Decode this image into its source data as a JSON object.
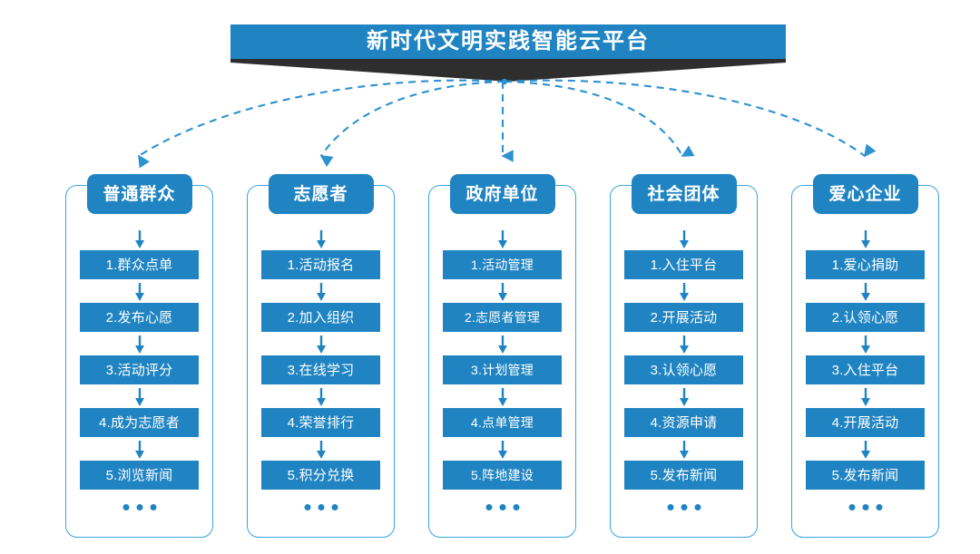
{
  "banner": {
    "title": "新时代文明实践智能云平台",
    "chevron_icon": "chevron-down-icon",
    "bar_color": "#2084c2",
    "ribbon_color": "#2e2e2e"
  },
  "theme": {
    "accent": "#2084c2",
    "card_border": "#3ba3dd",
    "connector": "#2e92d0",
    "background": "#ffffff",
    "text_on_accent": "#ffffff"
  },
  "columns": [
    {
      "header": "普通群众",
      "items": [
        "1.群众点单",
        "2.发布心愿",
        "3.活动评分",
        "4.成为志愿者",
        "5.浏览新闻"
      ],
      "more": "..."
    },
    {
      "header": "志愿者",
      "items": [
        "1.活动报名",
        "2.加入组织",
        "3.在线学习",
        "4.荣誉排行",
        "5.积分兑换"
      ],
      "more": "..."
    },
    {
      "header": "政府单位",
      "items": [
        "1.活动管理",
        "2.志愿者管理",
        "3.计划管理",
        "4.点单管理",
        "5.阵地建设"
      ],
      "more": "..."
    },
    {
      "header": "社会团体",
      "items": [
        "1.入住平台",
        "2.开展活动",
        "3.认领心愿",
        "4.资源申请",
        "5.发布新闻"
      ],
      "more": "..."
    },
    {
      "header": "爱心企业",
      "items": [
        "1.爱心捐助",
        "2.认领心愿",
        "3.入住平台",
        "4.开展活动",
        "5.发布新闻"
      ],
      "more": "..."
    }
  ],
  "connectors": {
    "source_label": "新时代文明实践智能云平台",
    "style": "dashed-curved-arrow",
    "targets": [
      "普通群众",
      "志愿者",
      "政府单位",
      "社会团体",
      "爱心企业"
    ]
  }
}
